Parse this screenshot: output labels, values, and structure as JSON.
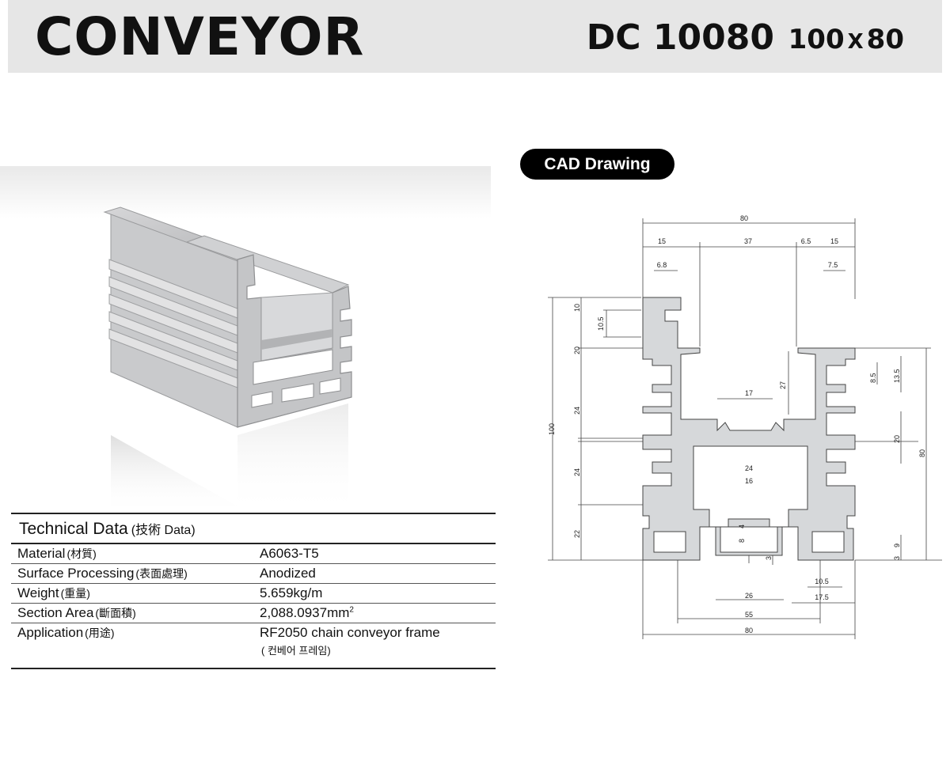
{
  "header": {
    "title": "CONVEYOR",
    "model": "DC 10080",
    "size_w": "100",
    "size_x": "X",
    "size_h": "80"
  },
  "cad": {
    "badge": "CAD Drawing",
    "dims": [
      "80",
      "15",
      "37",
      "6.5",
      "15",
      "6.8",
      "7.5",
      "10",
      "10.5",
      "20",
      "24",
      "24",
      "22",
      "100",
      "8.5",
      "13.5",
      "27",
      "17",
      "20",
      "80",
      "24",
      "16",
      "4",
      "8",
      "9",
      "3",
      "3",
      "10.5",
      "26",
      "17.5",
      "55",
      "80"
    ]
  },
  "technical": {
    "title": "Technical Data",
    "title_sub": "(技術  Data)",
    "rows": [
      {
        "label": "Material",
        "label_cjk": "(材質)",
        "value": "A6063-T5"
      },
      {
        "label": "Surface Processing",
        "label_cjk": "(表面處理)",
        "value": "Anodized"
      },
      {
        "label": "Weight",
        "label_cjk": "(重量)",
        "value": "5.659kg/m"
      },
      {
        "label": "Section Area",
        "label_cjk": "(斷面積)",
        "value": "2,088.0937mm",
        "value_sup": "2"
      },
      {
        "label": "Application",
        "label_cjk": "(用途)",
        "value": "RF2050 chain conveyor frame",
        "note": "( 컨베어 프레임)"
      }
    ]
  }
}
